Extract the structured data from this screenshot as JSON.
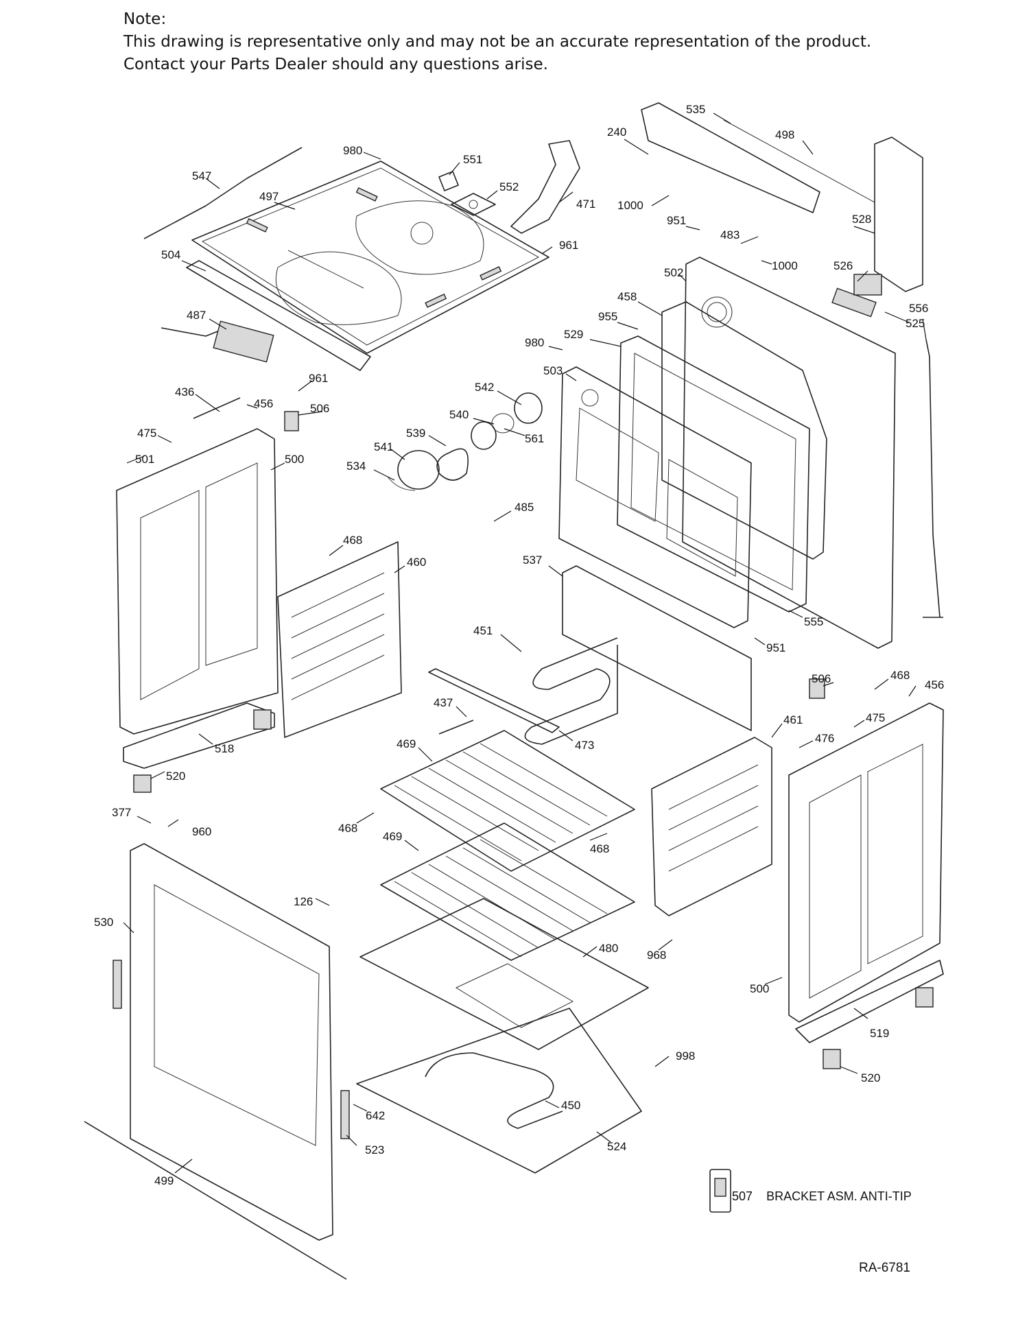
{
  "note": {
    "heading": "Note:",
    "line1": "This drawing is representative only and may not be an accurate representation of the product.",
    "line2": "Contact your Parts Dealer should any questions arise."
  },
  "callouts": [
    "535",
    "498",
    "240",
    "528",
    "1000",
    "951",
    "483",
    "1000",
    "526",
    "525",
    "556",
    "502",
    "458",
    "955",
    "980",
    "529",
    "503",
    "547",
    "980",
    "551",
    "552",
    "471",
    "497",
    "961",
    "504",
    "487",
    "436",
    "456",
    "961",
    "506",
    "475",
    "501",
    "500",
    "542",
    "540",
    "561",
    "539",
    "541",
    "534",
    "485",
    "468",
    "460",
    "537",
    "555",
    "951",
    "451",
    "437",
    "473",
    "506",
    "468",
    "456",
    "461",
    "475",
    "476",
    "518",
    "520",
    "469",
    "468",
    "468",
    "469",
    "377",
    "960",
    "126",
    "530",
    "480",
    "968",
    "500",
    "519",
    "998",
    "520",
    "642",
    "450",
    "523",
    "524",
    "499",
    "507"
  ],
  "parts": {
    "anti_tip_number": "507",
    "anti_tip_label": "BRACKET ASM. ANTI-TIP"
  },
  "drawing_number": "RA-6781"
}
